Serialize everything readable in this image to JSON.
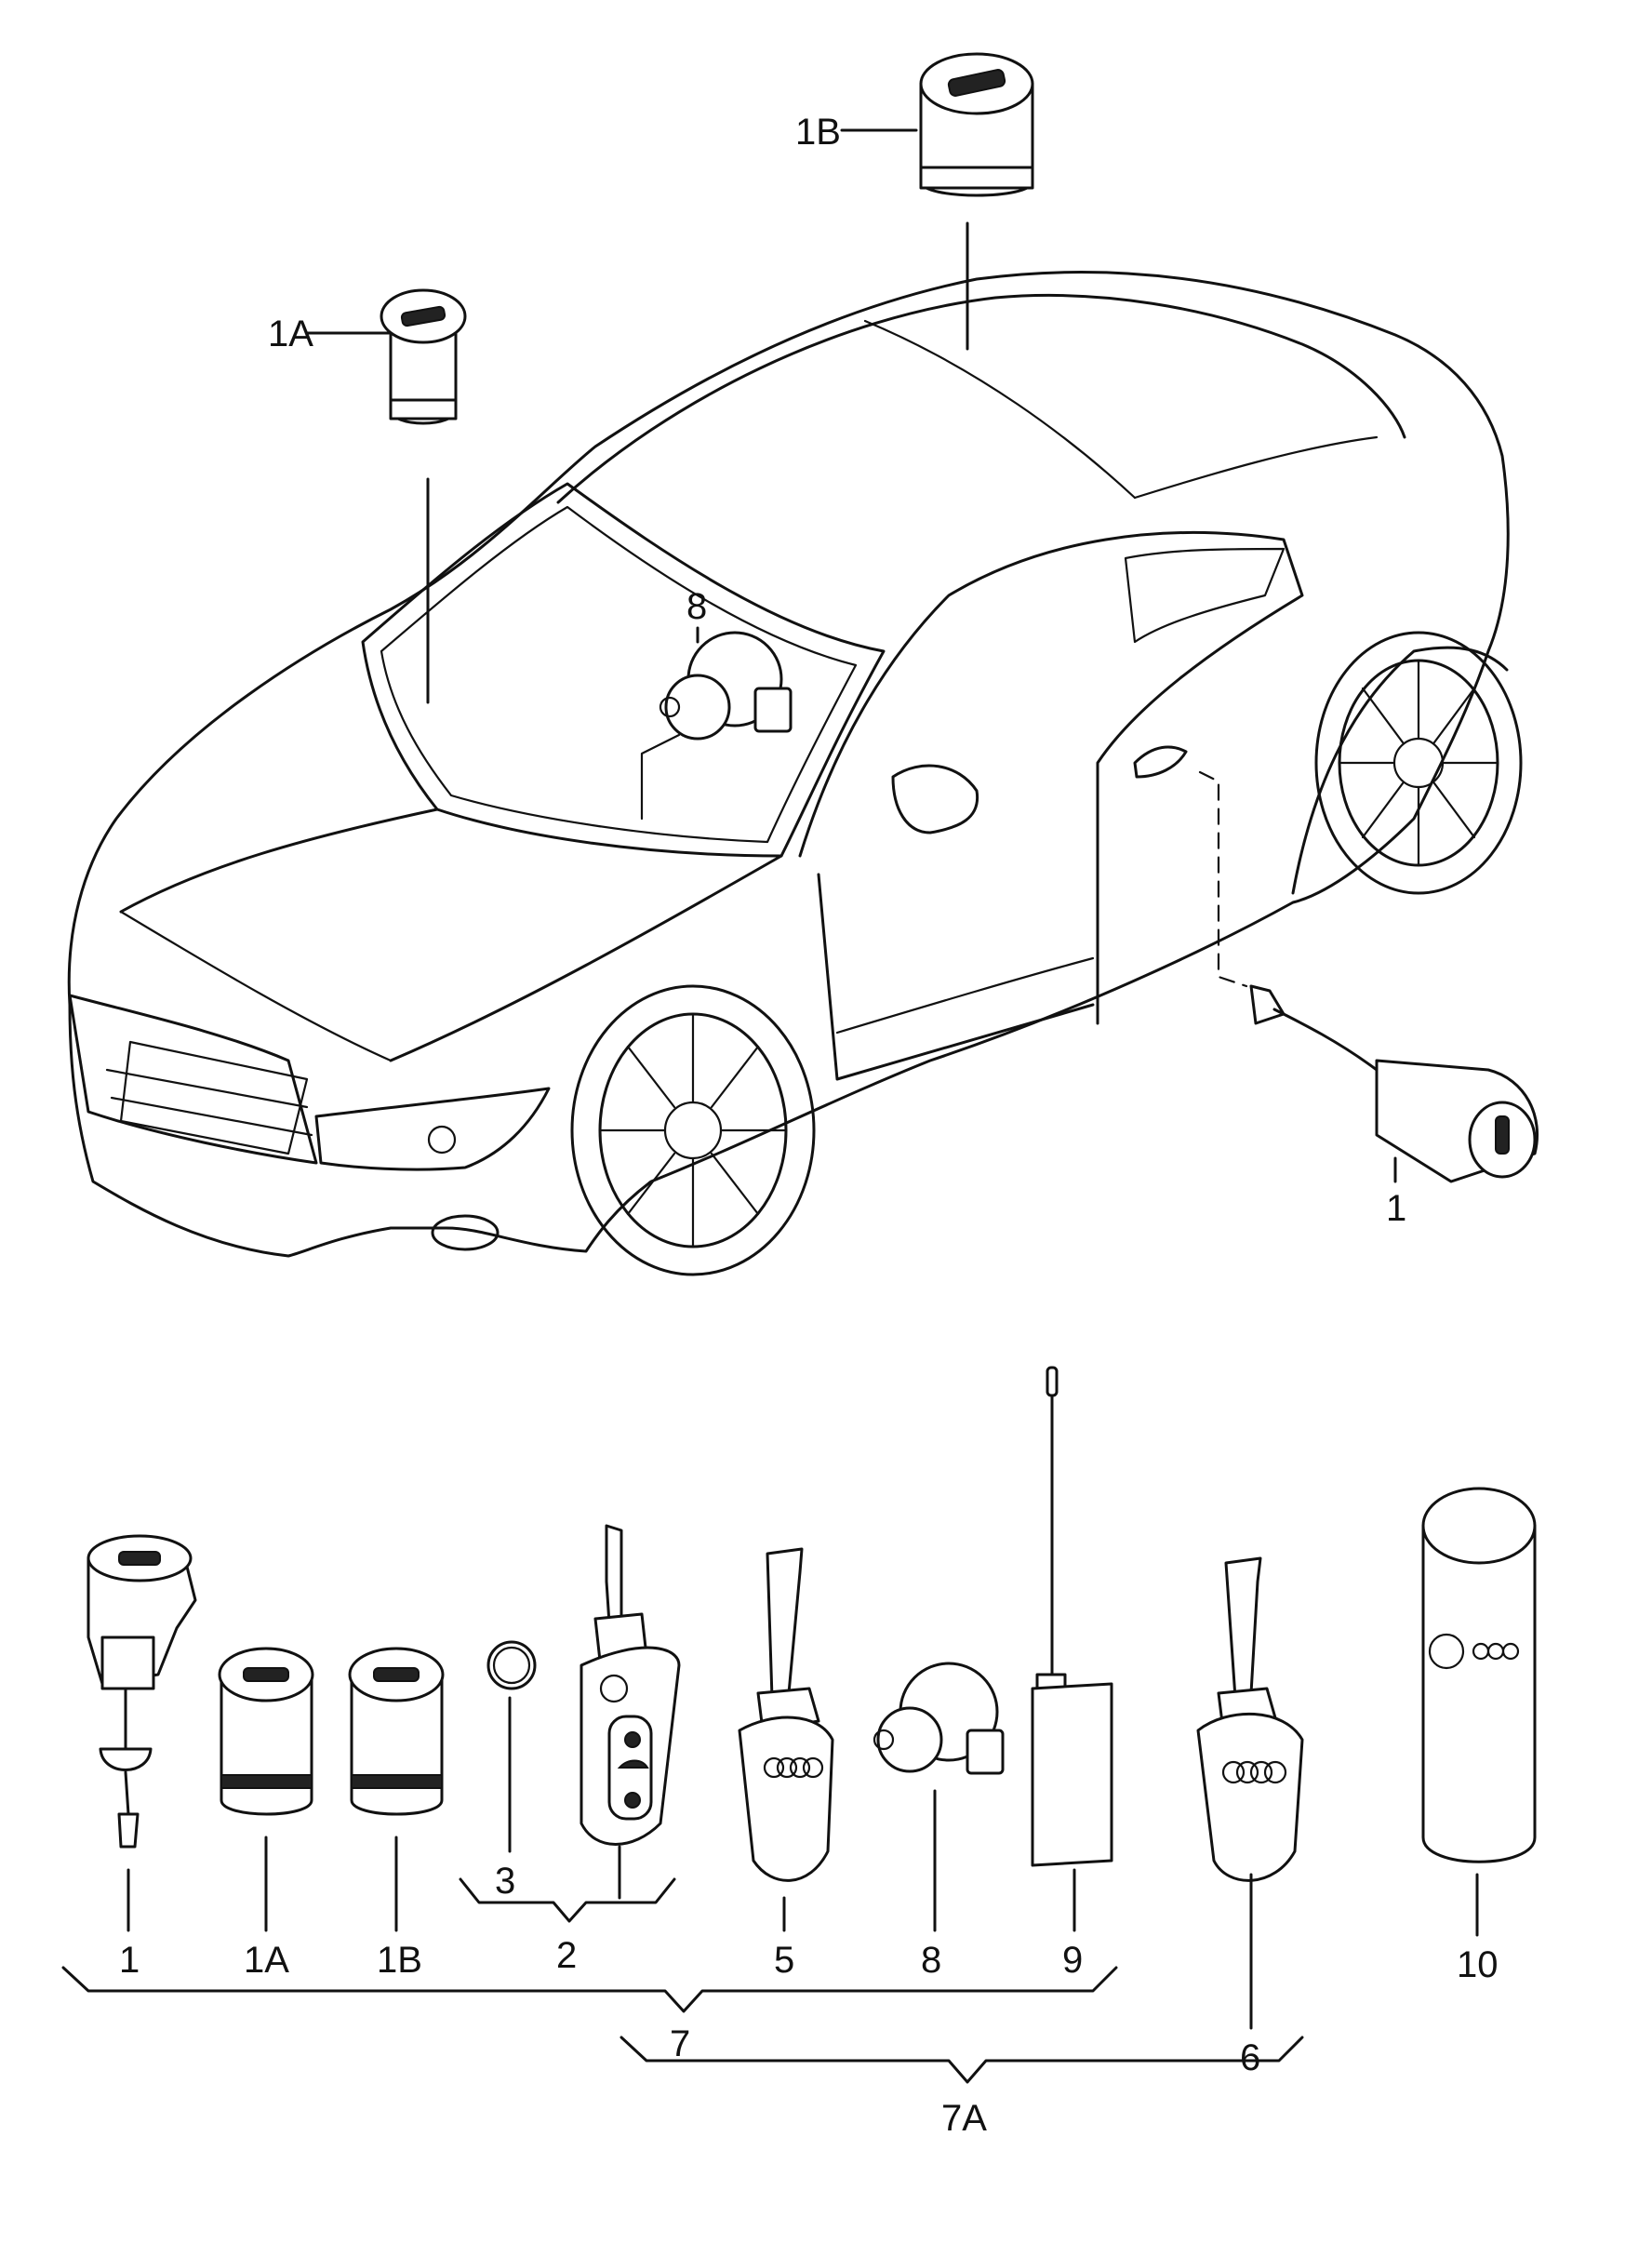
{
  "labels": {
    "p1b_top": "1B",
    "p1a_top": "1A",
    "p8_top": "8",
    "p1_top": "1",
    "p1": "1",
    "p1a": "1A",
    "p1b": "1B",
    "p3": "3",
    "p2": "2",
    "p5": "5",
    "p8": "8",
    "p9": "9",
    "p10": "10",
    "p7": "7",
    "p6": "6",
    "p7a": "7A"
  }
}
